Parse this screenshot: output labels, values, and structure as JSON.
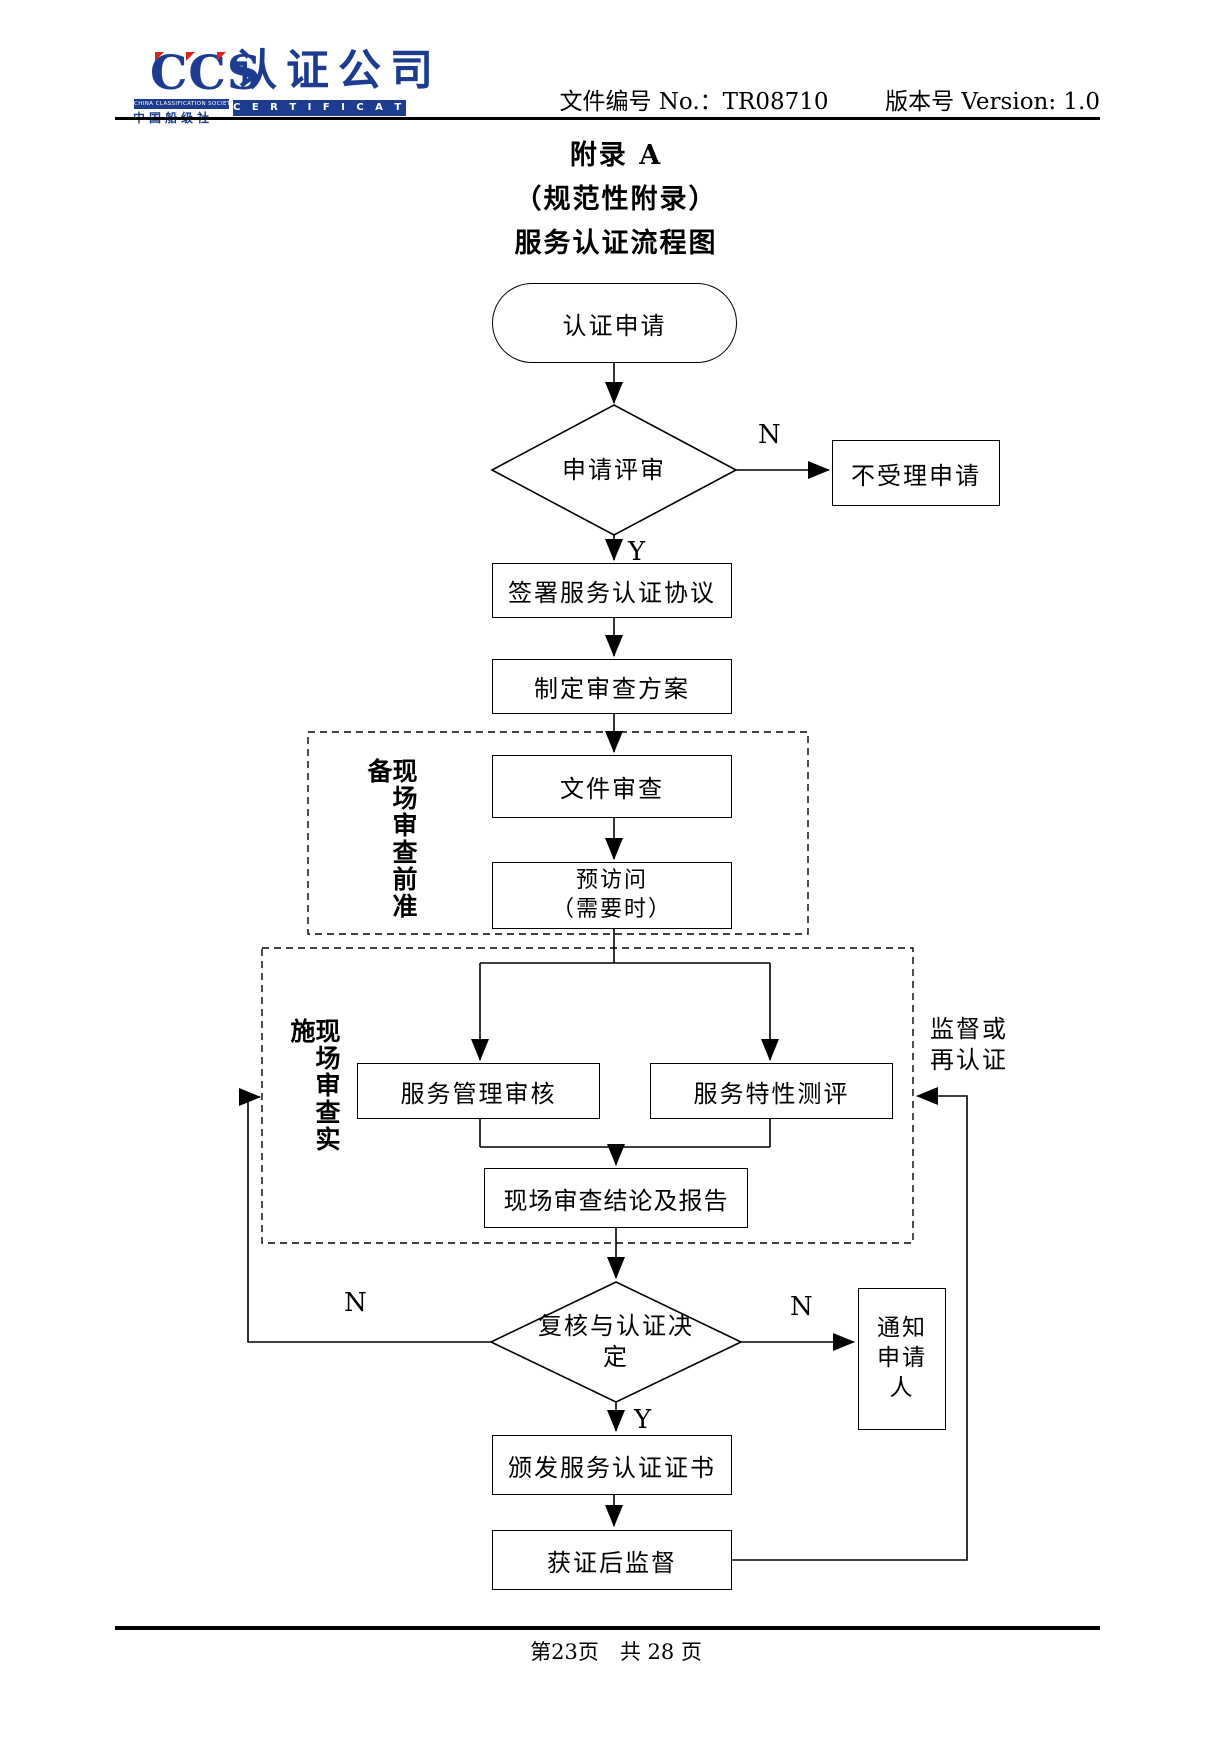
{
  "header": {
    "logo": {
      "ccs": "CCS",
      "company": "认证公司",
      "certification": "C E R T I F I C A T I O N",
      "society_en": "CHINA CLASSIFICATION SOCIETY",
      "society_cn": "中国船级社",
      "blue": "#1c3d8f",
      "red": "#d9251c"
    },
    "doc_no": "文件编号 No.：TR08710",
    "version": "版本号 Version: 1.0"
  },
  "title": {
    "line1": "附录 A",
    "line2": "（规范性附录）",
    "line3": "服务认证流程图"
  },
  "flow": {
    "start": "认证申请",
    "decision1": "申请评审",
    "reject": "不受理申请",
    "sign": "签署服务认证协议",
    "plan": "制定审查方案",
    "group1_label": "现场审查前准备",
    "doc_review": "文件审查",
    "pre_visit": {
      "line1": "预访问",
      "line2": "（需要时）"
    },
    "group2_label": "现场审查实施",
    "mgmt_audit": "服务管理审核",
    "char_test": "服务特性测评",
    "conclusion": "现场审查结论及报告",
    "decision2": {
      "line1": "复核与认证决",
      "line2": "定"
    },
    "notify": {
      "line1": "通知",
      "line2": "申请",
      "line3": "人"
    },
    "issue": "颁发服务认证证书",
    "post_supervision": "获证后监督",
    "supervise_label": {
      "line1": "监督或",
      "line2": "再认证"
    },
    "labels": {
      "n1": "N",
      "y1": "Y",
      "n_left": "N",
      "n_right": "N",
      "y2": "Y"
    }
  },
  "footer": {
    "page_info": "第23页　共 28 页"
  }
}
